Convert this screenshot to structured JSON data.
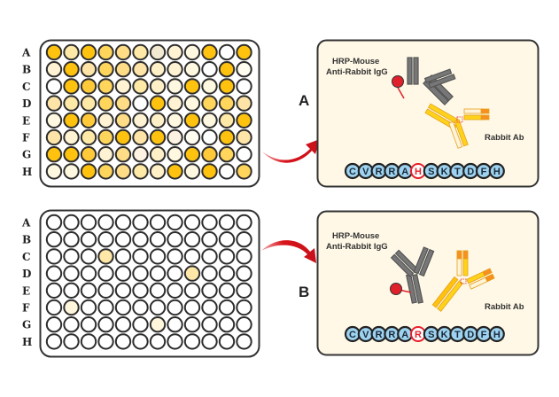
{
  "plates": [
    {
      "id": "plate-1",
      "row_labels": [
        "A",
        "B",
        "C",
        "D",
        "E",
        "F",
        "G",
        "H"
      ],
      "columns": 12,
      "wells": [
        [
          "#FFC20E",
          "#FFE9A6",
          "#FFC20E",
          "#FFD55C",
          "#FFDD86",
          "#FFE9A6",
          "#F2EAD0",
          "#FFF3D3",
          "#FFF8E1",
          "#FFC20E",
          "#FFFFFF",
          "#FFC20E"
        ],
        [
          "#FFF3D3",
          "#FFC20E",
          "#FFE4A8",
          "#FFD55C",
          "#FFDD86",
          "#FFE4A8",
          "#FFF0C8",
          "#FFF3D3",
          "#FFF8E1",
          "#FFFFFF",
          "#FFC20E",
          "#FFFDF0"
        ],
        [
          "#FFFFFF",
          "#FFC20E",
          "#FFC93A",
          "#FFD55C",
          "#FFF3D3",
          "#FFE9A6",
          "#FFF0C8",
          "#FFF8E1",
          "#FFC20E",
          "#FFF8E1",
          "#FFC20E",
          "#FFFFFF"
        ],
        [
          "#FFE4A8",
          "#FFE9A6",
          "#FFE9A6",
          "#FFD55C",
          "#FFDD86",
          "#FFFFFF",
          "#FFC20E",
          "#FFF3D3",
          "#FFF8E1",
          "#FFD55C",
          "#FFD55C",
          "#FFE4A8"
        ],
        [
          "#FFF8E1",
          "#FFC20E",
          "#FFC93A",
          "#FFF3D3",
          "#FFDD86",
          "#FFF3D3",
          "#FFF0C8",
          "#FFF8E1",
          "#FFC20E",
          "#FFF8E1",
          "#FFE9A6",
          "#FFC20E"
        ],
        [
          "#FFE4A8",
          "#FFF3D3",
          "#FFE9A6",
          "#FFD55C",
          "#FFC20E",
          "#FFE4A8",
          "#FFC20E",
          "#FFF3E3",
          "#FFFDF0",
          "#FFFFFF",
          "#FFC20E",
          "#FFE4A8"
        ],
        [
          "#FFC20E",
          "#FFC20E",
          "#FFC93A",
          "#FFF3D3",
          "#FFDD86",
          "#FFF3E3",
          "#FFF0C8",
          "#FFF8E1",
          "#FFC20E",
          "#FFC93A",
          "#FFD55C",
          "#FFFFFF"
        ],
        [
          "#FFF8E1",
          "#FFF8E1",
          "#FFC20E",
          "#FFD55C",
          "#FFDD86",
          "#FFE9A6",
          "#FFF0C8",
          "#FFC20E",
          "#FFF8E1",
          "#FFC20E",
          "#FFFFFF",
          "#FFD55C"
        ]
      ]
    },
    {
      "id": "plate-2",
      "row_labels": [
        "A",
        "B",
        "C",
        "D",
        "E",
        "F",
        "G",
        "H"
      ],
      "columns": 12,
      "wells": [
        [
          "#FFFFFF",
          "#FFFFFF",
          "#FFFFFF",
          "#FFFFFF",
          "#FFFFFF",
          "#FFFFFF",
          "#FFFFFF",
          "#FFFFFF",
          "#FFFFFF",
          "#FFFFFF",
          "#FFFFFF",
          "#FFFFFF"
        ],
        [
          "#FFFFFF",
          "#FFFFFF",
          "#FFFFFF",
          "#FFFFFF",
          "#FFFFFF",
          "#FFFFFF",
          "#FFFFFF",
          "#FFFFFF",
          "#FFFFFF",
          "#FFFFFF",
          "#FFFFFF",
          "#FFFFFF"
        ],
        [
          "#FFFFFF",
          "#FFFFFF",
          "#FFFFFF",
          "#FFE7A8",
          "#FFFFFF",
          "#FFFFFF",
          "#FFFFFF",
          "#FFFFFF",
          "#FFFFFF",
          "#FFFFFF",
          "#FFFFFF",
          "#FFFFFF"
        ],
        [
          "#FFFFFF",
          "#FFFFFF",
          "#FFFFFF",
          "#FFFFFF",
          "#FFFFFF",
          "#FFFFFF",
          "#FFFFFF",
          "#FFFFFF",
          "#FFE7A8",
          "#FFFFFF",
          "#FFFFFF",
          "#FFFFFF"
        ],
        [
          "#FFFFFF",
          "#FFFFFF",
          "#FFFFFF",
          "#FFFFFF",
          "#FFFFFF",
          "#FFFFFF",
          "#FFFFFF",
          "#FFFFFF",
          "#FFFFFF",
          "#FFFFFF",
          "#FFFFFF",
          "#FFFFFF"
        ],
        [
          "#FFFFFF",
          "#FFF6DC",
          "#FFFFFF",
          "#FFFFFF",
          "#FFFFFF",
          "#FFFFFF",
          "#FFFFFF",
          "#FFFFFF",
          "#FFFFFF",
          "#FFFFFF",
          "#FFFFFF",
          "#FFFFFF"
        ],
        [
          "#FFFFFF",
          "#FFFFFF",
          "#FFFFFF",
          "#FFFFFF",
          "#FFFFFF",
          "#FFFFFF",
          "#FFF6DC",
          "#FFFFFF",
          "#FFFFFF",
          "#FFFFFF",
          "#FFFFFF",
          "#FFFFFF"
        ],
        [
          "#FFFFFF",
          "#FFFFFF",
          "#FFFFFF",
          "#FFFFFF",
          "#FFFFFF",
          "#FFFFFF",
          "#FFFFFF",
          "#FFFFFF",
          "#FFFFFF",
          "#FFFFFF",
          "#FFFFFF",
          "#FFFFFF"
        ]
      ]
    }
  ],
  "panels": [
    {
      "letter": "A",
      "secondary_label_line1": "HRP-Mouse",
      "secondary_label_line2": "Anti-Rabbit IgG",
      "primary_label": "Rabbit Ab",
      "sequence": [
        "C",
        "V",
        "R",
        "R",
        "A",
        "H",
        "S",
        "K",
        "T",
        "D",
        "F",
        "H"
      ],
      "highlight_index": 5
    },
    {
      "letter": "B",
      "secondary_label_line1": "HRP-Mouse",
      "secondary_label_line2": "Anti-Rabbit IgG",
      "primary_label": "Rabbit Ab",
      "sequence": [
        "C",
        "V",
        "R",
        "R",
        "A",
        "R",
        "S",
        "K",
        "T",
        "D",
        "F",
        "H"
      ],
      "highlight_index": 5
    }
  ],
  "colors": {
    "panel_bg": "#FFF8E6",
    "border": "#333333",
    "arrow": "#D7141B",
    "bead_fill": "#9DD3F0",
    "bead_highlight": "#E8202A",
    "hrp": "#E0202A",
    "igg_gray": "#6B6B6B",
    "rabbit_yellow": "#FFD21A",
    "rabbit_orange": "#F7901E"
  }
}
